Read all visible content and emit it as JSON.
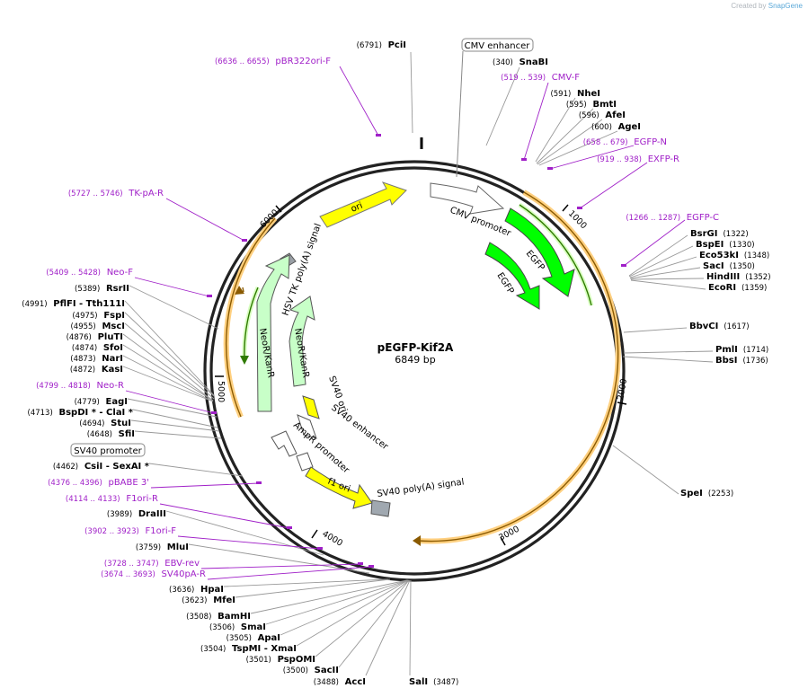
{
  "credit": {
    "prefix": "Created by",
    "brand": "SnapGene"
  },
  "plasmid": {
    "name": "pEGFP-Kif2A",
    "size": "6849 bp"
  },
  "ticks": [
    "1000",
    "2000",
    "3000",
    "4000",
    "5000",
    "6000"
  ],
  "features_inside": {
    "ori": "ori",
    "cmv_promoter": "CMV promoter",
    "egfp_1": "EGFP",
    "egfp_2": "EGFP",
    "hsv_tk": "HSV TK poly(A) signal",
    "neor_1": "NeoR/KanR",
    "neor_2": "NeoR/KanR",
    "sv40_ori": "SV40 ori",
    "sv40_enh": "SV40 enhancer",
    "ampr_prom": "AmpR promoter",
    "f1_ori": "f1 ori",
    "sv40_polya": "SV40 poly(A) signal"
  },
  "boxed_labels": {
    "cmv_enhancer": "CMV enhancer",
    "sv40_promoter": "SV40 promoter"
  },
  "sites": [
    {
      "name": "PciI",
      "pos": "(6791)"
    },
    {
      "name": "SnaBI",
      "pos": "(340)"
    },
    {
      "name": "NheI",
      "pos": "(591)"
    },
    {
      "name": "BmtI",
      "pos": "(595)"
    },
    {
      "name": "AfeI",
      "pos": "(596)"
    },
    {
      "name": "AgeI",
      "pos": "(600)"
    },
    {
      "name": "BsrGI",
      "pos": "(1322)"
    },
    {
      "name": "BspEI",
      "pos": "(1330)"
    },
    {
      "name": "Eco53kI",
      "pos": "(1348)"
    },
    {
      "name": "SacI",
      "pos": "(1350)"
    },
    {
      "name": "HindIII",
      "pos": "(1352)"
    },
    {
      "name": "EcoRI",
      "pos": "(1359)"
    },
    {
      "name": "BbvCI",
      "pos": "(1617)"
    },
    {
      "name": "PmlI",
      "pos": "(1714)"
    },
    {
      "name": "BbsI",
      "pos": "(1736)"
    },
    {
      "name": "SpeI",
      "pos": "(2253)"
    },
    {
      "name": "SalI",
      "pos": "(3487)"
    },
    {
      "name": "AccI",
      "pos": "(3488)"
    },
    {
      "name": "SacII",
      "pos": "(3500)"
    },
    {
      "name": "PspOMI",
      "pos": "(3501)"
    },
    {
      "name": "TspMI - XmaI",
      "pos": "(3504)"
    },
    {
      "name": "ApaI",
      "pos": "(3505)"
    },
    {
      "name": "SmaI",
      "pos": "(3506)"
    },
    {
      "name": "BamHI",
      "pos": "(3508)"
    },
    {
      "name": "MfeI",
      "pos": "(3623)"
    },
    {
      "name": "HpaI",
      "pos": "(3636)"
    },
    {
      "name": "MluI",
      "pos": "(3759)"
    },
    {
      "name": "DraIII",
      "pos": "(3989)"
    },
    {
      "name": "CsiI - SexAI *",
      "pos": "(4462)"
    },
    {
      "name": "SfiI",
      "pos": "(4648)"
    },
    {
      "name": "StuI",
      "pos": "(4694)"
    },
    {
      "name": "BspDI * - ClaI *",
      "pos": "(4713)"
    },
    {
      "name": "EagI",
      "pos": "(4779)"
    },
    {
      "name": "KasI",
      "pos": "(4872)"
    },
    {
      "name": "NarI",
      "pos": "(4873)"
    },
    {
      "name": "SfoI",
      "pos": "(4874)"
    },
    {
      "name": "PluTI",
      "pos": "(4876)"
    },
    {
      "name": "MscI",
      "pos": "(4955)"
    },
    {
      "name": "FspI",
      "pos": "(4975)"
    },
    {
      "name": "PflFI - Tth111I",
      "pos": "(4991)"
    },
    {
      "name": "RsrII",
      "pos": "(5389)"
    }
  ],
  "primers": [
    {
      "name": "pBR322ori-F",
      "pos": "(6636 .. 6655)"
    },
    {
      "name": "CMV-F",
      "pos": "(519 .. 539)"
    },
    {
      "name": "EGFP-N",
      "pos": "(658 .. 679)"
    },
    {
      "name": "EXFP-R",
      "pos": "(919 .. 938)"
    },
    {
      "name": "EGFP-C",
      "pos": "(1266 .. 1287)"
    },
    {
      "name": "TK-pA-R",
      "pos": "(5727 .. 5746)"
    },
    {
      "name": "Neo-F",
      "pos": "(5409 .. 5428)"
    },
    {
      "name": "Neo-R",
      "pos": "(4799 .. 4818)"
    },
    {
      "name": "pBABE 3'",
      "pos": "(4376 .. 4396)"
    },
    {
      "name": "F1ori-R",
      "pos": "(4114 .. 4133)"
    },
    {
      "name": "F1ori-F",
      "pos": "(3902 .. 3923)"
    },
    {
      "name": "EBV-rev",
      "pos": "(3728 .. 3747)"
    },
    {
      "name": "SV40pA-R",
      "pos": "(3674 .. 3693)"
    }
  ],
  "colors": {
    "backbone": "#222222",
    "ori": "#ffff00",
    "egfp": "#00ff00",
    "neo": "#c8ffc8",
    "orf": "#ffb030",
    "primer": "#a020c8",
    "polyA": "#a0a8b0"
  }
}
